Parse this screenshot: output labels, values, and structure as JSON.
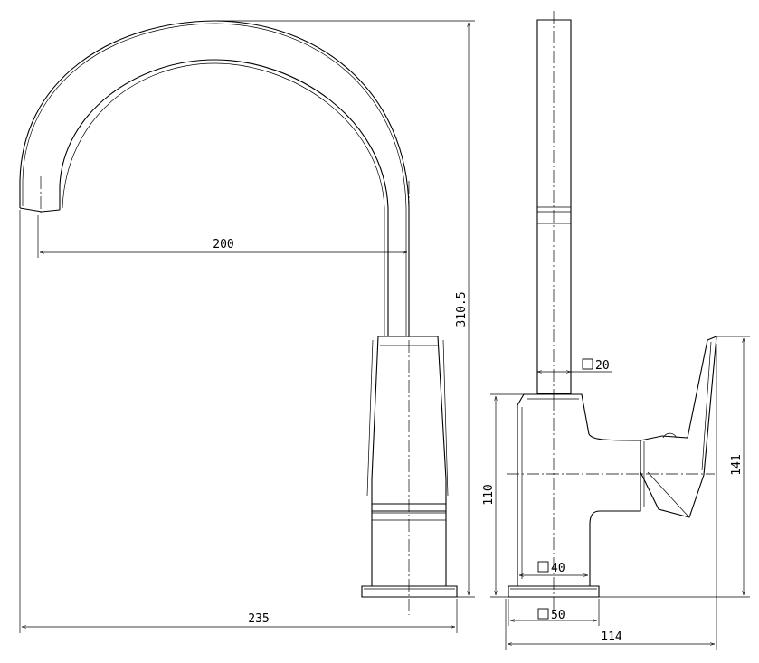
{
  "dimensions": {
    "spout_reach": "200",
    "overall_height": "310.5",
    "overall_depth": "235",
    "tube_section": "20",
    "body_height": "110",
    "body_section": "40",
    "base_section": "50",
    "side_width": "114",
    "side_height": "141"
  }
}
